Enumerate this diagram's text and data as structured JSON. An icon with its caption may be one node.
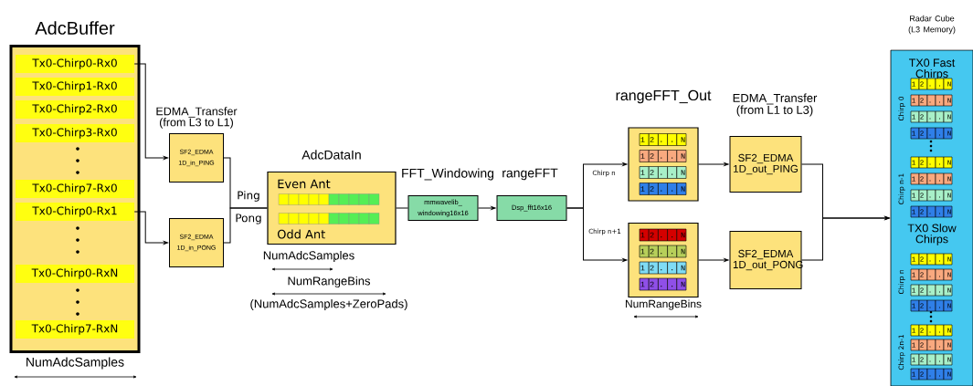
{
  "diagram": {
    "nodes": [
      {
        "text": [
          "AdcBuffer"
        ]
      },
      {
        "text": [
          "Tx0-Chirp0-Rx0"
        ],
        "in": 0
      },
      {
        "text": [
          "Tx0-Chirp1-Rx0"
        ],
        "in": 0
      },
      {
        "text": [
          "Tx0-Chirp2-Rx0"
        ],
        "in": 0
      },
      {
        "text": [
          "Tx0-Chirp3-Rx0"
        ],
        "in": 0
      },
      {
        "text": [
          "Tx0-Chirp7-Rx0"
        ],
        "in": 0
      },
      {
        "text": [
          "Tx0-Chirp0-Rx1"
        ],
        "in": 0
      },
      {
        "text": [
          "Tx0-Chirp0-RxN"
        ],
        "in": 0
      },
      {
        "text": [
          "Tx0-Chirp7-RxN"
        ],
        "in": 0
      },
      {
        "text": [
          "SF2_EDMA 1D_in_PING"
        ]
      },
      {
        "text": [
          "SF2_EDMA 1D_in_PONG"
        ]
      },
      {
        "text": [
          "AdcDataIn",
          "Even Ant",
          "Odd Ant"
        ]
      },
      {
        "text": [
          "mmwavelib_ windowing16x16"
        ]
      },
      {
        "text": [
          "Dsp_fft16x16"
        ]
      },
      {
        "text": [
          "1 2 . . N",
          "1 2 . . N",
          "1 2 . . N",
          "1 2 . . N"
        ]
      },
      {
        "text": [
          "1 2 . . N",
          "1 2 . . N",
          "1 2 . . N",
          "1 2 . . N"
        ]
      },
      {
        "text": [
          "SF2_EDMA 1D_out_PING"
        ]
      },
      {
        "text": [
          "SF2_EDMA 1D_out_PONG"
        ]
      },
      {
        "text": [
          "TX0 Fast Chirps",
          "TX0 Slow Chirps"
        ]
      }
    ],
    "edges": [
      {
        "from": 1,
        "to": 9,
        "arrow": "to"
      },
      {
        "from": 6,
        "to": 10,
        "arrow": "to"
      },
      {
        "from": 9,
        "to": 11,
        "arrow": "none",
        "label": "Ping"
      },
      {
        "from": 10,
        "to": 11,
        "arrow": "none",
        "label": "Pong"
      },
      {
        "from": 11,
        "to": 12,
        "arrow": "none"
      },
      {
        "from": 12,
        "to": 13,
        "arrow": "to"
      },
      {
        "from": 13,
        "to": 14,
        "arrow": "to",
        "label": "Chirp n"
      },
      {
        "from": 13,
        "to": 15,
        "arrow": "to",
        "label": "Chirp n+1"
      },
      {
        "from": 14,
        "to": 16,
        "arrow": "to"
      },
      {
        "from": 15,
        "to": 17,
        "arrow": "to"
      },
      {
        "from": 16,
        "to": 18,
        "arrow": "to"
      },
      {
        "from": 17,
        "to": 18,
        "arrow": "to"
      }
    ],
    "labels": [
      "EDMA_Transfer (from L3 to L1)",
      "FFT_Windowing",
      "rangeFFT",
      "rangeFFT_Out",
      "EDMA_Transfer (from L1 to L3)",
      "NumAdcSamples",
      "NumRangeBins",
      "(NumAdcSamples+ZeroPads)",
      "NumRangeBins",
      "NumAdcSamples",
      "Chirp 0",
      "Chirp n-1",
      "Chirp n",
      "Chirp 2n-1",
      "1 2 . . N",
      "1 2 . . N",
      "1 2 . . N",
      "1 2 . . N",
      "1 2 . . N",
      "1 2 . . N",
      "1 2 . . N",
      "1 2 . . N",
      "1 2 . . N",
      "1 2 . . N",
      "1 2 . . N",
      "1 2 . . N",
      "1 2 . . N",
      "1 2 . . N",
      "1 2 . . N",
      "1 2 . . N",
      "Radar Cube (L3 Memory)"
    ]
  }
}
